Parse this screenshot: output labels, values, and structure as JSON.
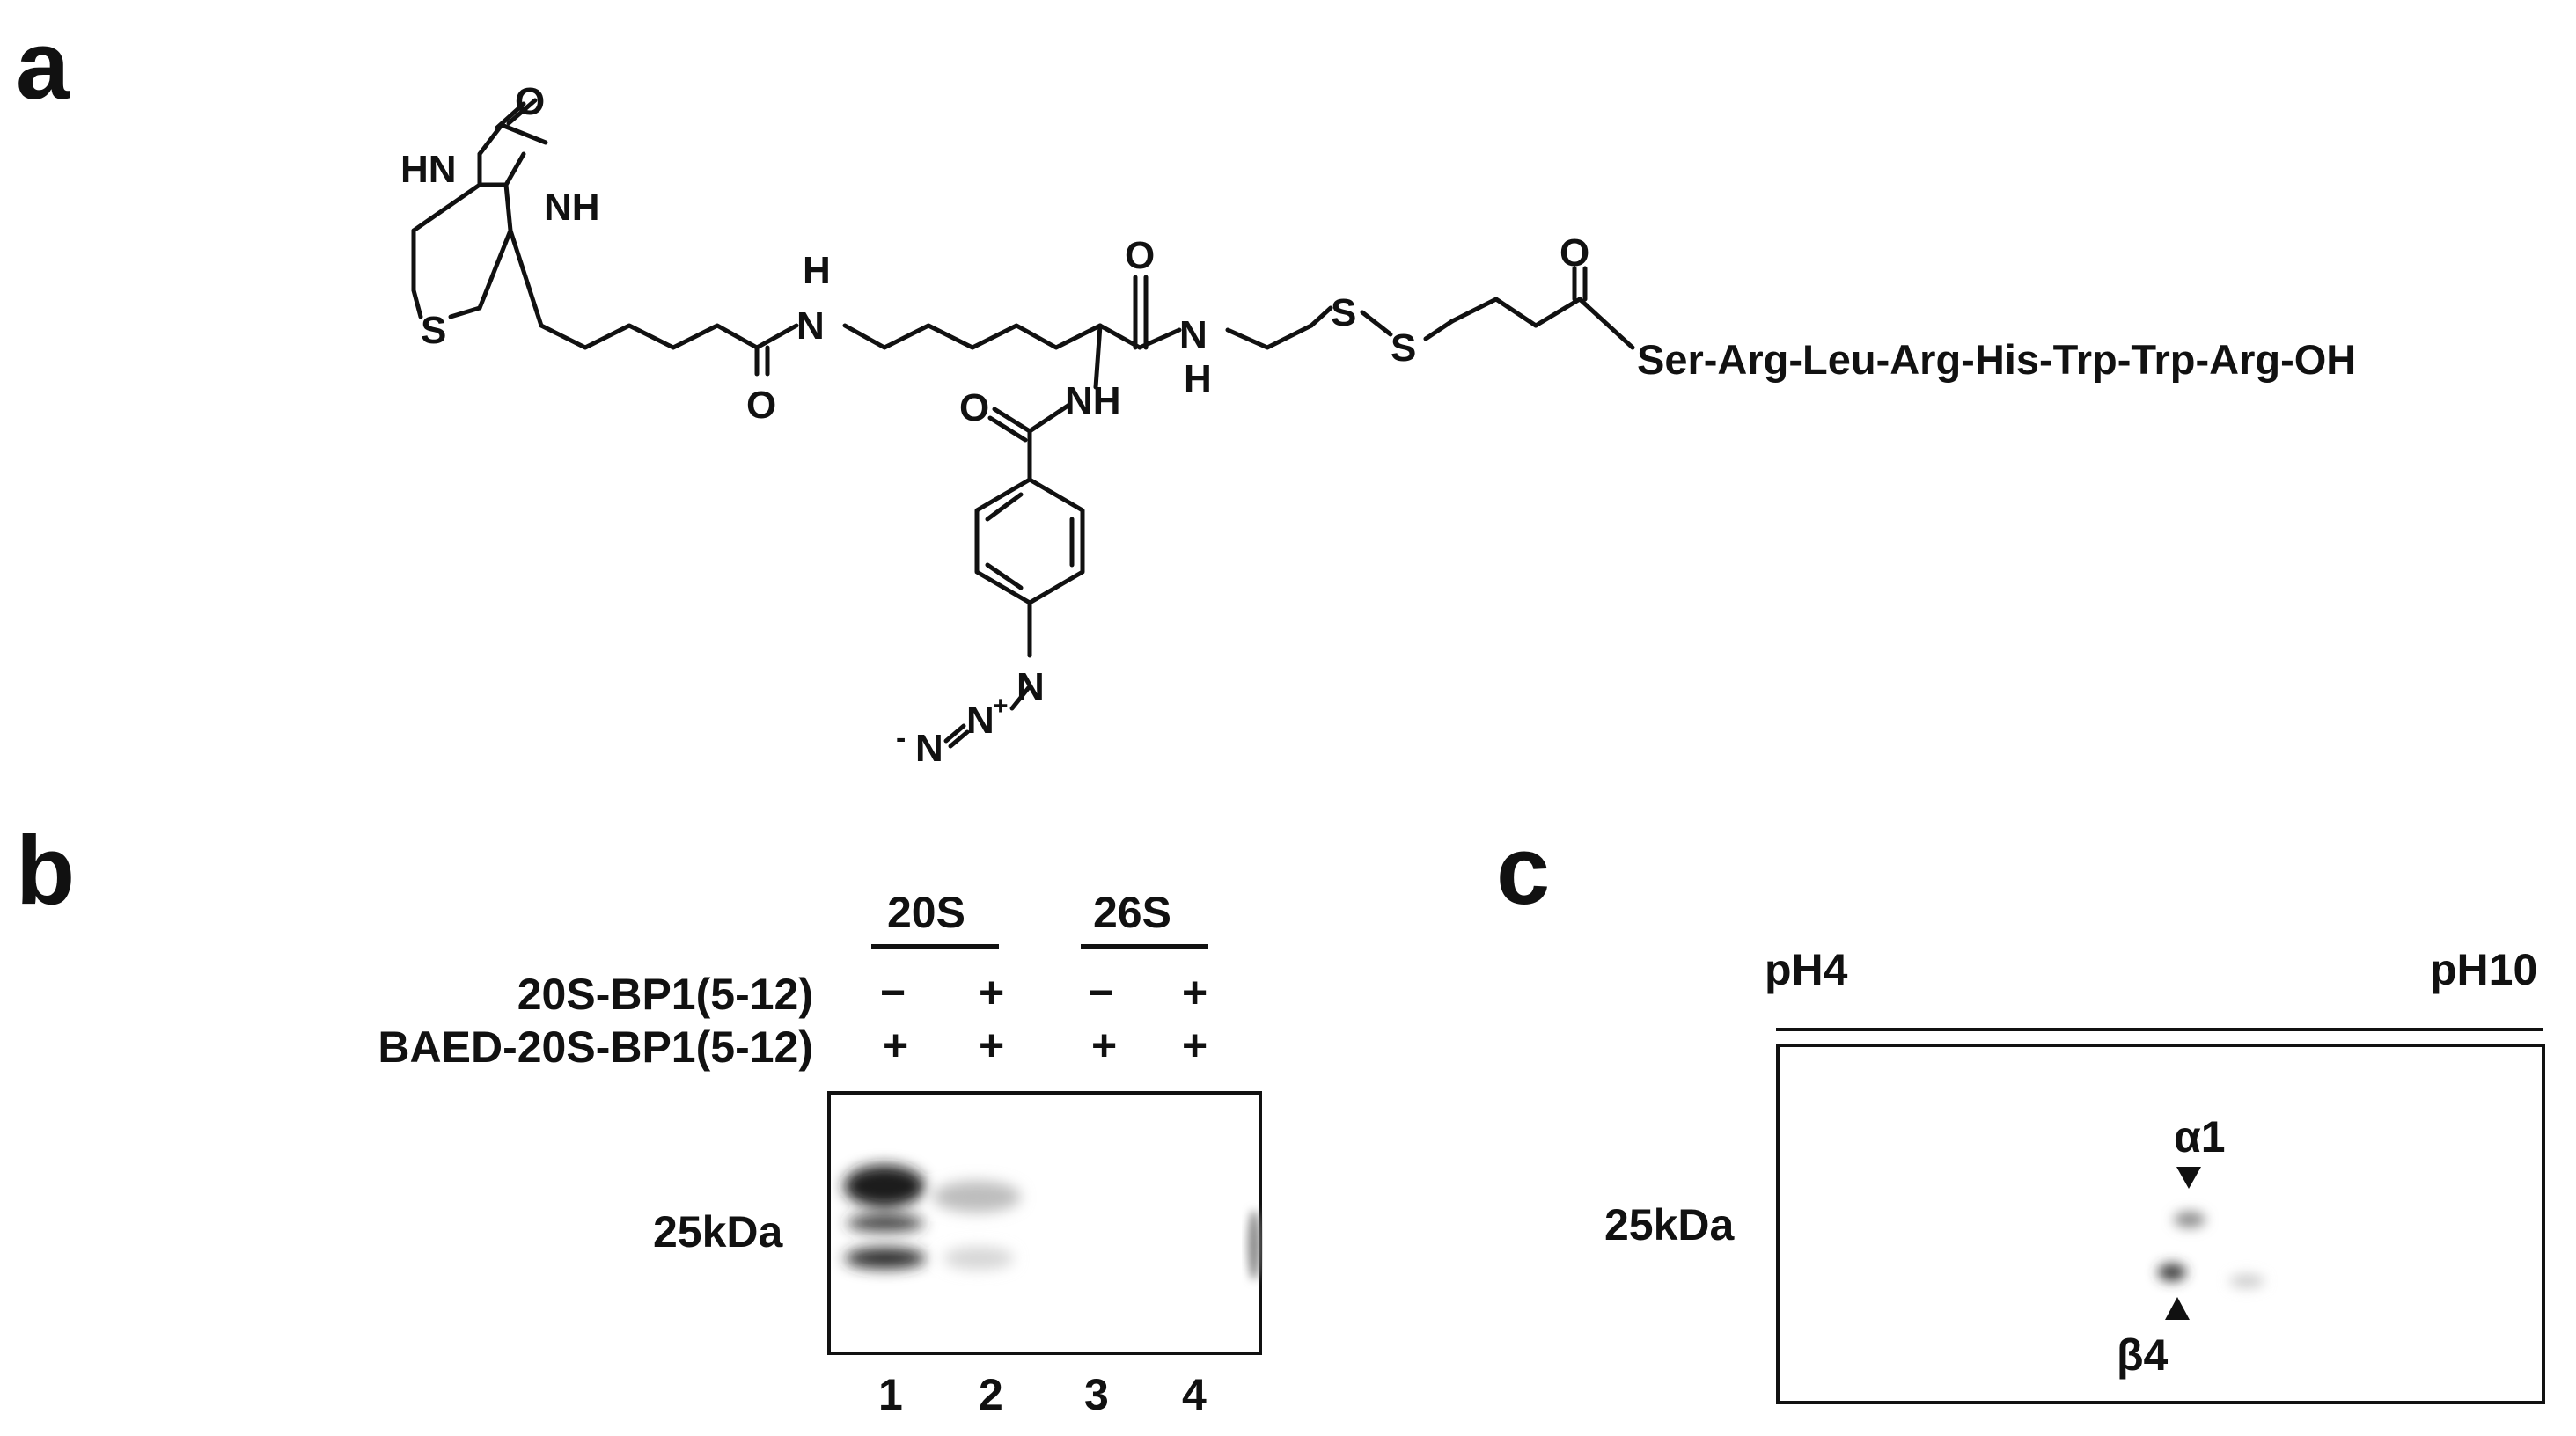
{
  "panels": {
    "a": {
      "letter": "a",
      "atoms": {
        "o_urea": "O",
        "hn_left": "HN",
        "nh_right": "NH",
        "s_ring": "S",
        "n_amide1": "N",
        "h_amide1": "H",
        "o_amide1": "O",
        "o_amide2": "O",
        "n_amide3": "N",
        "h_amide3": "H",
        "nh_lys": "NH",
        "o_benzoyl": "O",
        "s1": "S",
        "s2": "S",
        "o_ketone": "O",
        "azide_n1": "N",
        "azide_n2": "N",
        "azide_n3": "N",
        "plus": "+",
        "minus": "-"
      },
      "peptide": "Ser-Arg-Leu-Arg-His-Trp-Trp-Arg-OH"
    },
    "b": {
      "letter": "b",
      "groups": [
        "20S",
        "26S"
      ],
      "row_labels": [
        "20S-BP1(5-12)",
        "BAED-20S-BP1(5-12)"
      ],
      "row1_signs": [
        "−",
        "+",
        "−",
        "+"
      ],
      "row2_signs": [
        "+",
        "+",
        "+",
        "+"
      ],
      "marker": "25kDa",
      "lanes": [
        "1",
        "2",
        "3",
        "4"
      ]
    },
    "c": {
      "letter": "c",
      "ph_low": "pH4",
      "ph_high": "pH10",
      "marker": "25kDa",
      "spot_alpha": "α1",
      "spot_beta": "β4"
    }
  },
  "colors": {
    "ink": "#111111",
    "blot_bg": "#ffffff",
    "band": "#1a1a1a"
  }
}
